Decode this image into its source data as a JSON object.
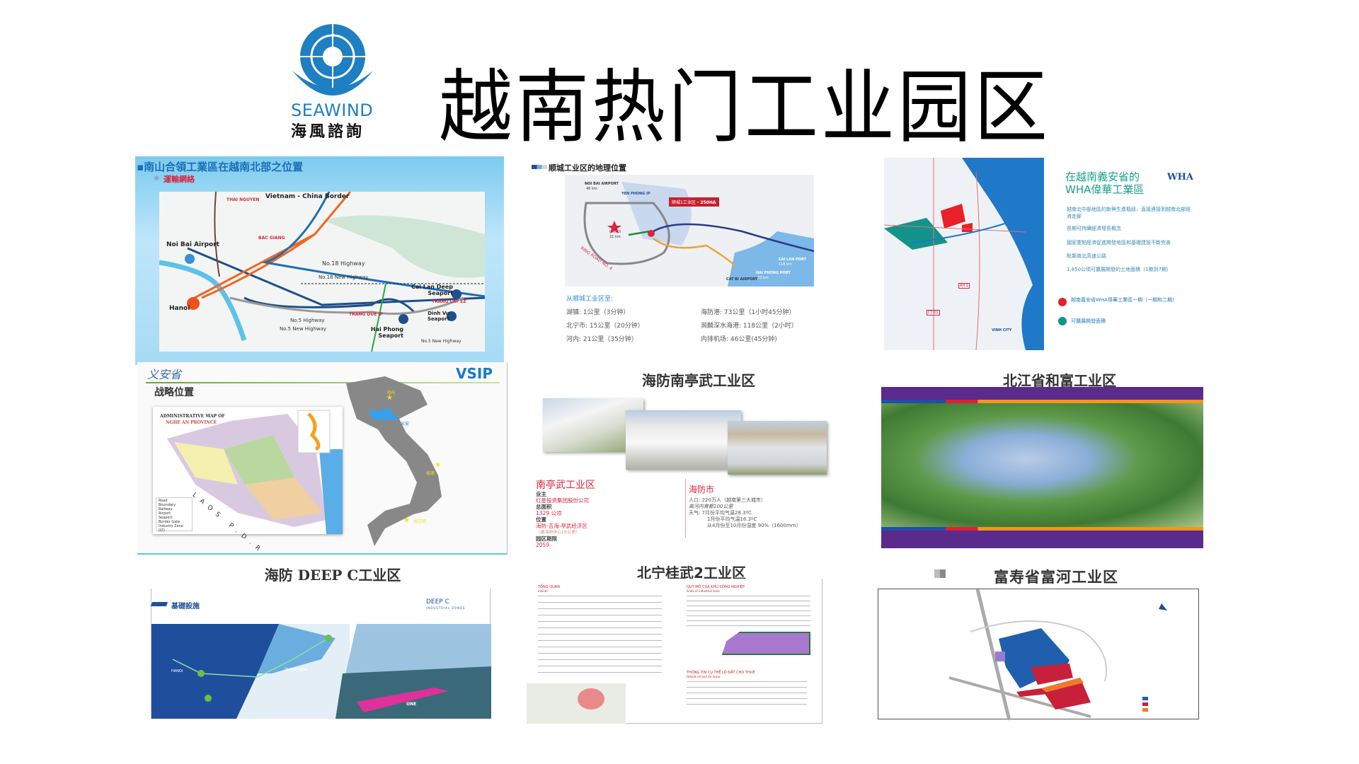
{
  "header": {
    "logo_en": "SEAWIND",
    "logo_zh": "海風諮詢",
    "title": "越南热门工业园区",
    "brand_color": "#1e7fc2"
  },
  "panel1": {
    "title": "▪南山合領工業區在越南北部之位置",
    "subtitle_mark": "※",
    "subtitle": "運輸網絡",
    "labels": [
      "Vietnam - China Border",
      "Noi Bai Airport",
      "Hanoi",
      "No.18 Highway",
      "No.18 New Highway",
      "No.5 Highway",
      "No.5 New Highway",
      "Cai Lan Deep Seaport",
      "Dinh Vu Seaport",
      "Hai Phong Seaport",
      "No.5 New Highway",
      "BAC GIANG",
      "THAI NGUYEN",
      "TRANG CAT EZ",
      "TRANG DUE IP"
    ]
  },
  "panel2": {
    "title": "顺城工业区的地理位置",
    "labels": [
      "NOI BAI AIRPORT",
      "46 km",
      "YEN PHONG IP",
      "HANOI",
      "21 km",
      "RING ROAD NO. 4",
      "CAT BI AIRPORT",
      "HAI PHONG PORT",
      "73 km",
      "CAI LAN PORT",
      "118 km"
    ],
    "callout": "顺城1工业区",
    "callout_area": "- 250HA",
    "from_label": "从顺城工业区至:",
    "distances": [
      "湖镇: 1公里（3分钟）",
      "北宁市: 15公里（20分钟）",
      "河内: 21公里（35分钟）",
      "海防港: 73公里（1小时45分钟）",
      "濒麟深水海港: 118公里（2小时）",
      "内排机场: 46公里(45分钟)"
    ]
  },
  "panel3": {
    "title_line1": "在越南義安省的",
    "title_line2": "WHA偉華工業區",
    "logo": "WHA",
    "bullets": [
      "越南北中部地區的新興生產樞紐，直接連接到越南北部經濟走廊",
      "長期可持續經濟增長概念",
      "國家重點經濟促進開發地區和基礎建設不斷完善",
      "毗鄰南北高速公路",
      "1,850公頃可擴展開發的土地面積（1期到7期）"
    ],
    "legend": [
      {
        "label": "越南義安省WHA偉華工業區一期（一期和二期）",
        "color": "#e8202a"
      },
      {
        "label": "可擴展開發面積",
        "color": "#13948a"
      }
    ],
    "map_labels": [
      "VINH CITY",
      "AH 1",
      "CT 01"
    ]
  },
  "panel4": {
    "province": "义安省",
    "logo": "VSIP",
    "subtitle": "战略位置",
    "map_title_1": "ADMINISTRATIVE MAP OF",
    "map_title_2": "NGHE AN PROVINCE",
    "legend": [
      "Road",
      "Boundary",
      "Railway",
      "Airport",
      "Seaport",
      "Border Gate",
      "Industry Zone (IZ)"
    ],
    "laos": "LAOS P.D.R",
    "cities": [
      "河内",
      "义安",
      "岘港",
      "胡志明"
    ]
  },
  "panel5": {
    "heading": "海防南亭武工业区",
    "park_name": "南亭武工业区",
    "facts": [
      {
        "k": "业主",
        "v": "红星投资集团股份公司"
      },
      {
        "k": "总面积",
        "v": "1329 公顷"
      },
      {
        "k": "位置",
        "v": "海防-吉海-亭武经济区"
      },
      {
        "k": "",
        "v": "（离海防中心10公里）"
      },
      {
        "k": "园区期限",
        "v": "2059"
      }
    ],
    "city": "海防市",
    "city_lines": [
      "人口: 220万人（越南第三大城市）",
      "离河内首都100公里",
      "天气:  7月份平均气温28.3ºC",
      "1月份平均气温16.3ºC",
      "从4月份至10月份湿度 90%（1600mm）"
    ]
  },
  "panel6": {
    "heading": "北江省和富工业区"
  },
  "panel7": {
    "heading": "海防 DEEP C工业区",
    "section": "基礎設施",
    "logo": "DEEP C",
    "logo_sub": "INDUSTRIAL ZONES",
    "map_labels": [
      "HANOI",
      "QUANG NINH",
      "ONE"
    ]
  },
  "panel8": {
    "heading": "北宁桂武2工业区",
    "h1": "TỔNG QUAN",
    "h1_sub": "overall",
    "h2": "QUY MÔ CỦA KHU CÔNG NGHIỆP",
    "h2_sub": "Scale of industrial zone",
    "h3": "THÔNG TIN CỤ THỂ LÔ ĐẤT CHO THUÊ",
    "h3_sub": "Details of land for lease"
  },
  "panel9": {
    "heading": "富寿省富河工业区",
    "legend_colors": [
      "#1f5fae",
      "#c8203a",
      "#f07a2a"
    ]
  }
}
